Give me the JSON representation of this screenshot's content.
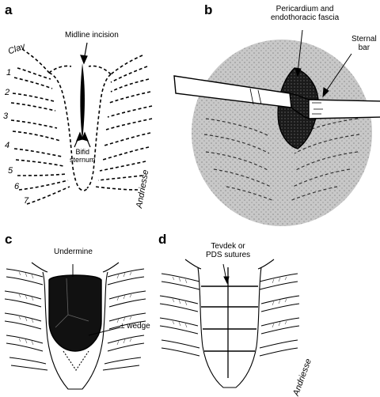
{
  "panels": [
    {
      "letter": "a",
      "labels": {
        "incision": "Midline incision",
        "clav": "Clav",
        "bifid": "Bifid\nsternum",
        "signature": "Andriesse",
        "ribs": [
          "1",
          "2",
          "3",
          "4",
          "5",
          "6",
          "7"
        ]
      }
    },
    {
      "letter": "b",
      "labels": {
        "pericardium": "Pericardium and\nendothoracic fascia",
        "sternal_bar": "Sternal\nbar"
      }
    },
    {
      "letter": "c",
      "labels": {
        "undermine": "Undermine",
        "wedge": "± wedge"
      }
    },
    {
      "letter": "d",
      "labels": {
        "sutures": "Tevdek or\nPDS sutures",
        "signature": "Andriesse"
      }
    }
  ]
}
